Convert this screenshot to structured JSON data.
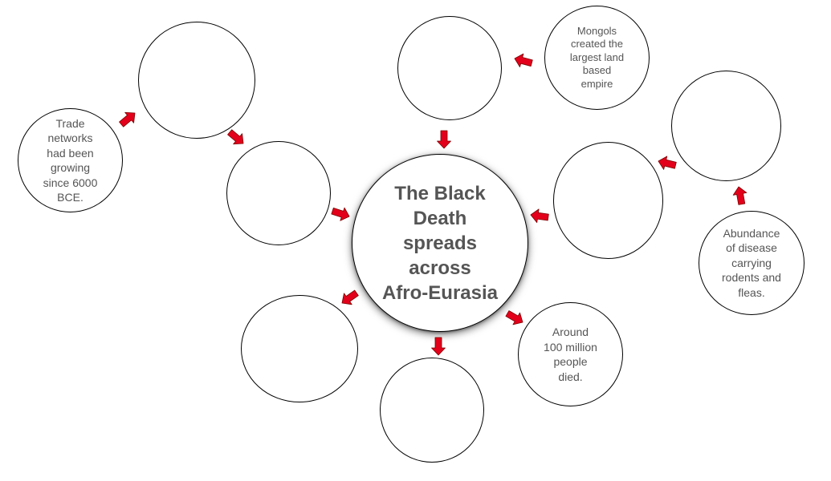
{
  "diagram": {
    "center": {
      "label": "The Black\nDeath\nspreads\nacross\nAfro-Eurasia"
    },
    "bubbles": {
      "trade": "Trade\nnetworks\nhad been\ngrowing\nsince 6000\nBCE.",
      "mongols": "Mongols\ncreated the\nlargest land\nbased\nempire",
      "abundance": "Abundance\nof disease\ncarrying\nrodents and\nfleas.",
      "around": "Around\n100 million\npeople\ndied."
    },
    "colors": {
      "arrow_fill": "#e3001b",
      "arrow_stroke": "#7a0000",
      "text": "#555555",
      "outline": "#000000"
    }
  }
}
